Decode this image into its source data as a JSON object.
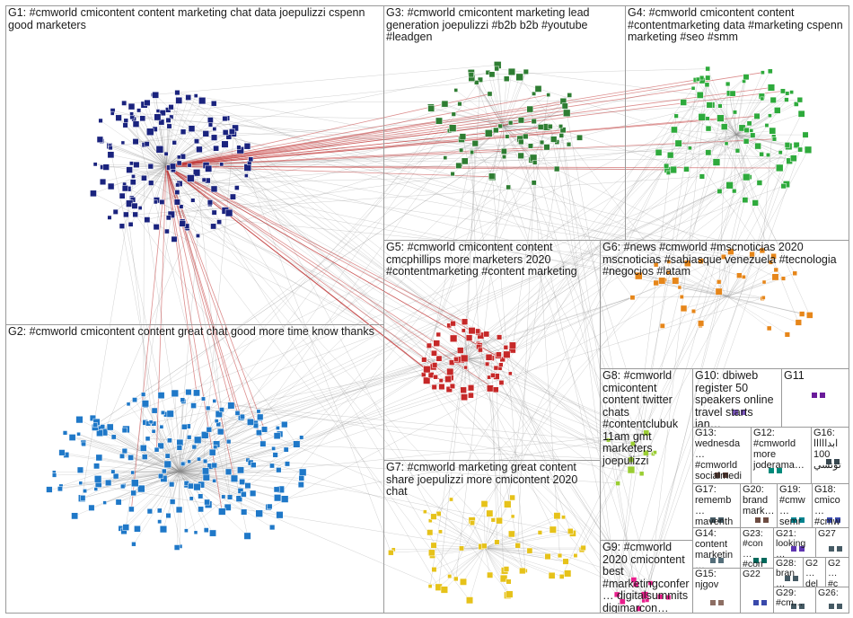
{
  "groups": [
    {
      "id": "G1",
      "label": "G1: #cmworld cmicontent content marketing chat data joepulizzi cspenn good marketers",
      "color": "#1a237e"
    },
    {
      "id": "G2",
      "label": "G2: #cmworld cmicontent content great chat good more time know thanks",
      "color": "#1f78c8"
    },
    {
      "id": "G3",
      "label": "G3: #cmworld cmicontent marketing lead generation joepulizzi #b2b b2b #youtube #leadgen",
      "color": "#2e7d32"
    },
    {
      "id": "G4",
      "label": "G4: #cmworld cmicontent content #contentmarketing data #marketing cspenn marketing #seo #smm",
      "color": "#2eaa3c"
    },
    {
      "id": "G5",
      "label": "G5: #cmworld cmicontent content cmcphillips more marketers 2020 #contentmarketing #content marketing",
      "color": "#c62828"
    },
    {
      "id": "G6",
      "label": "G6: #news #cmworld #mscnoticias 2020 mscnoticias #sabiasque venezuela #tecnologia #negocios #latam",
      "color": "#e6861a"
    },
    {
      "id": "G7",
      "label": "G7: #cmworld marketing great content share joepulizzi more cmicontent 2020 chat",
      "color": "#e6c21a"
    },
    {
      "id": "G8",
      "label": "G8: #cmworld cmicontent content twitter chats #contentclubuk 11am gmt marketers joepulizzi",
      "color": "#9acd32"
    },
    {
      "id": "G9",
      "label": "G9: #cmworld 2020 cmicontent best #marketingconfer… digitalsummits digimarcon…",
      "color": "#e91e8c"
    },
    {
      "id": "G10",
      "label": "G10: dbiweb register 50 speakers online travel starts jan…",
      "color": "#7e57c2"
    },
    {
      "id": "G11",
      "label": "G11",
      "color": "#6a1b9a"
    },
    {
      "id": "G12",
      "label": "G12: #cmworld more joderama…",
      "color": "#00897b"
    },
    {
      "id": "G13",
      "label": "G13: wednesda… #cmworld socialmedi…",
      "color": "#5d4037"
    },
    {
      "id": "G14",
      "label": "G14: content marketin…",
      "color": "#546e7a"
    },
    {
      "id": "G15",
      "label": "G15: njgov",
      "color": "#8d6e63"
    },
    {
      "id": "G16",
      "label": "G16: ابدااااا 100 تونسي",
      "color": "#37474f"
    },
    {
      "id": "G17",
      "label": "G17: rememb… maventh…",
      "color": "#455a64"
    },
    {
      "id": "G18",
      "label": "G18: cmico… #cmw…",
      "color": "#3949ab"
    },
    {
      "id": "G19",
      "label": "G19: #cmw… semr…",
      "color": "#00838f"
    },
    {
      "id": "G20",
      "label": "G20: brand mark…",
      "color": "#6d4c41"
    },
    {
      "id": "G21",
      "label": "G21: looking…",
      "color": "#5e35b1"
    },
    {
      "id": "G22",
      "label": "G22",
      "color": "#3949ab"
    },
    {
      "id": "G23",
      "label": "G23: #con… #con…",
      "color": "#00695c"
    },
    {
      "id": "G2x",
      "label": "G2… del…",
      "color": "#455a64"
    },
    {
      "id": "G2y",
      "label": "G2… #c…",
      "color": "#455a64"
    },
    {
      "id": "G26",
      "label": "G26:",
      "color": "#455a64"
    },
    {
      "id": "G27",
      "label": "G27",
      "color": "#455a64"
    },
    {
      "id": "G28",
      "label": "G28: bran…",
      "color": "#455a64"
    },
    {
      "id": "G29",
      "label": "G29: #cm…",
      "color": "#455a64"
    }
  ],
  "colors": {
    "edge": "#8c8c8c",
    "edge_strong": "#c03030",
    "border": "#9a9a9a",
    "background": "#ffffff"
  }
}
